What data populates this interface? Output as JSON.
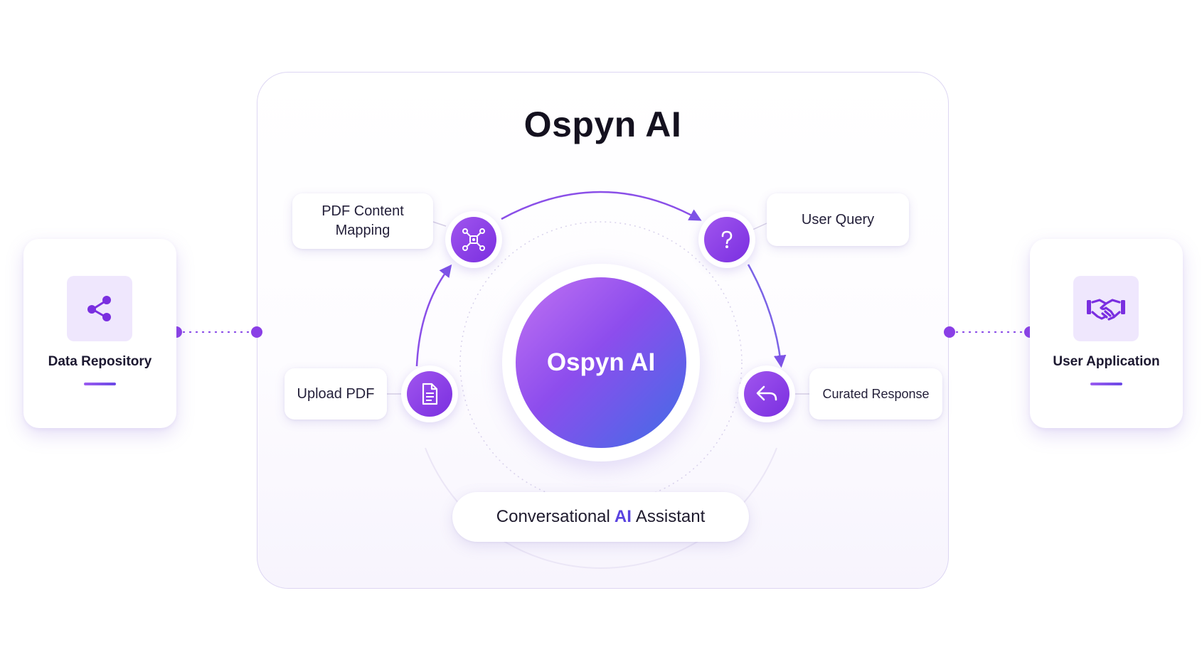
{
  "title": "Ospyn AI",
  "center": {
    "label": "Ospyn AI"
  },
  "left_card": {
    "label": "Data Repository",
    "icon": "share-nodes-icon"
  },
  "right_card": {
    "label": "User Application",
    "icon": "handshake-icon"
  },
  "steps": {
    "pdf_content_mapping": {
      "label": "PDF Content Mapping",
      "icon": "network-hub-icon"
    },
    "user_query": {
      "label": "User Query",
      "icon": "question-icon"
    },
    "upload_pdf": {
      "label": "Upload PDF",
      "icon": "document-icon"
    },
    "curated_response": {
      "label": "Curated Response",
      "icon": "reply-icon"
    }
  },
  "footer": {
    "prefix": "Conversational",
    "accent": "AI",
    "suffix": "Assistant"
  },
  "colors": {
    "accent": "#7a2fe0",
    "accent_light": "#efe7fd",
    "blue": "#3f6ee6",
    "text": "#1f1b2e"
  }
}
